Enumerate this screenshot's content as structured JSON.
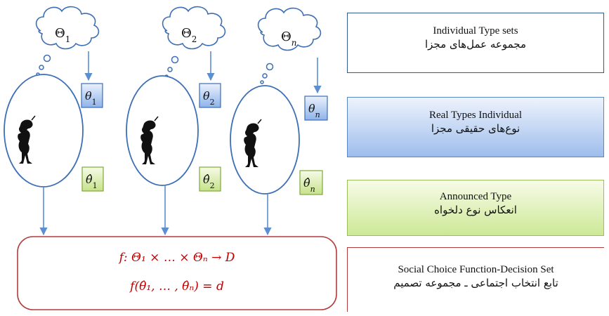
{
  "agents": [
    {
      "cloud_symbol": "Θ",
      "cloud_sub": "1",
      "true_symbol": "θ",
      "true_sub": "1",
      "announced_symbol": "θ̂",
      "announced_sub": "1"
    },
    {
      "cloud_symbol": "Θ",
      "cloud_sub": "2",
      "true_symbol": "θ",
      "true_sub": "2",
      "announced_symbol": "θ̂",
      "announced_sub": "2"
    },
    {
      "cloud_symbol": "Θ",
      "cloud_sub": "n",
      "true_symbol": "θ",
      "true_sub": "n",
      "announced_symbol": "θ̂",
      "announced_sub": "n"
    }
  ],
  "function_box": {
    "line1": "f: Θ₁ × … × Θₙ → D",
    "line2": "f(θ̂₁, … , θ̂ₙ) = d"
  },
  "legend": [
    {
      "en": "Individual Type sets",
      "fa": "مجموعه عمل‌های مجزا"
    },
    {
      "en": "Real Types Individual",
      "fa": "نوع‌های حقیقی مجزا"
    },
    {
      "en": "Announced Type",
      "fa": "انعکاس نوع دلخواه"
    },
    {
      "en": "Social Choice Function-Decision Set",
      "fa": "تابع انتخاب اجتماعی ـ مجموعه تصمیم"
    }
  ],
  "colors": {
    "line": "#5b8fd0",
    "ellipse": "#3c6fb5",
    "true_box_fill": "#a9c4f0",
    "announced_box_fill": "#cfe89a",
    "function_border": "#b33b3b",
    "function_text": "#c00000"
  }
}
